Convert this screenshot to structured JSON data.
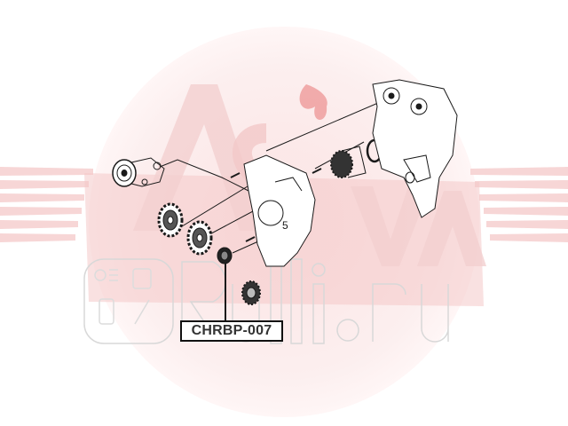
{
  "image": {
    "type": "exploded-parts-diagram",
    "part_label": "CHRBP-007",
    "callout_number": "5"
  },
  "watermark": {
    "brand_top": "ASVA",
    "brand_bottom": "Rulli.ru",
    "color_light": "#f6d4d4",
    "color_mid": "#eec0c0",
    "circle_color": "#fbe9e9"
  },
  "colors": {
    "line_art": "#1a1a1a",
    "label_border": "#111111",
    "label_text": "#333333"
  }
}
